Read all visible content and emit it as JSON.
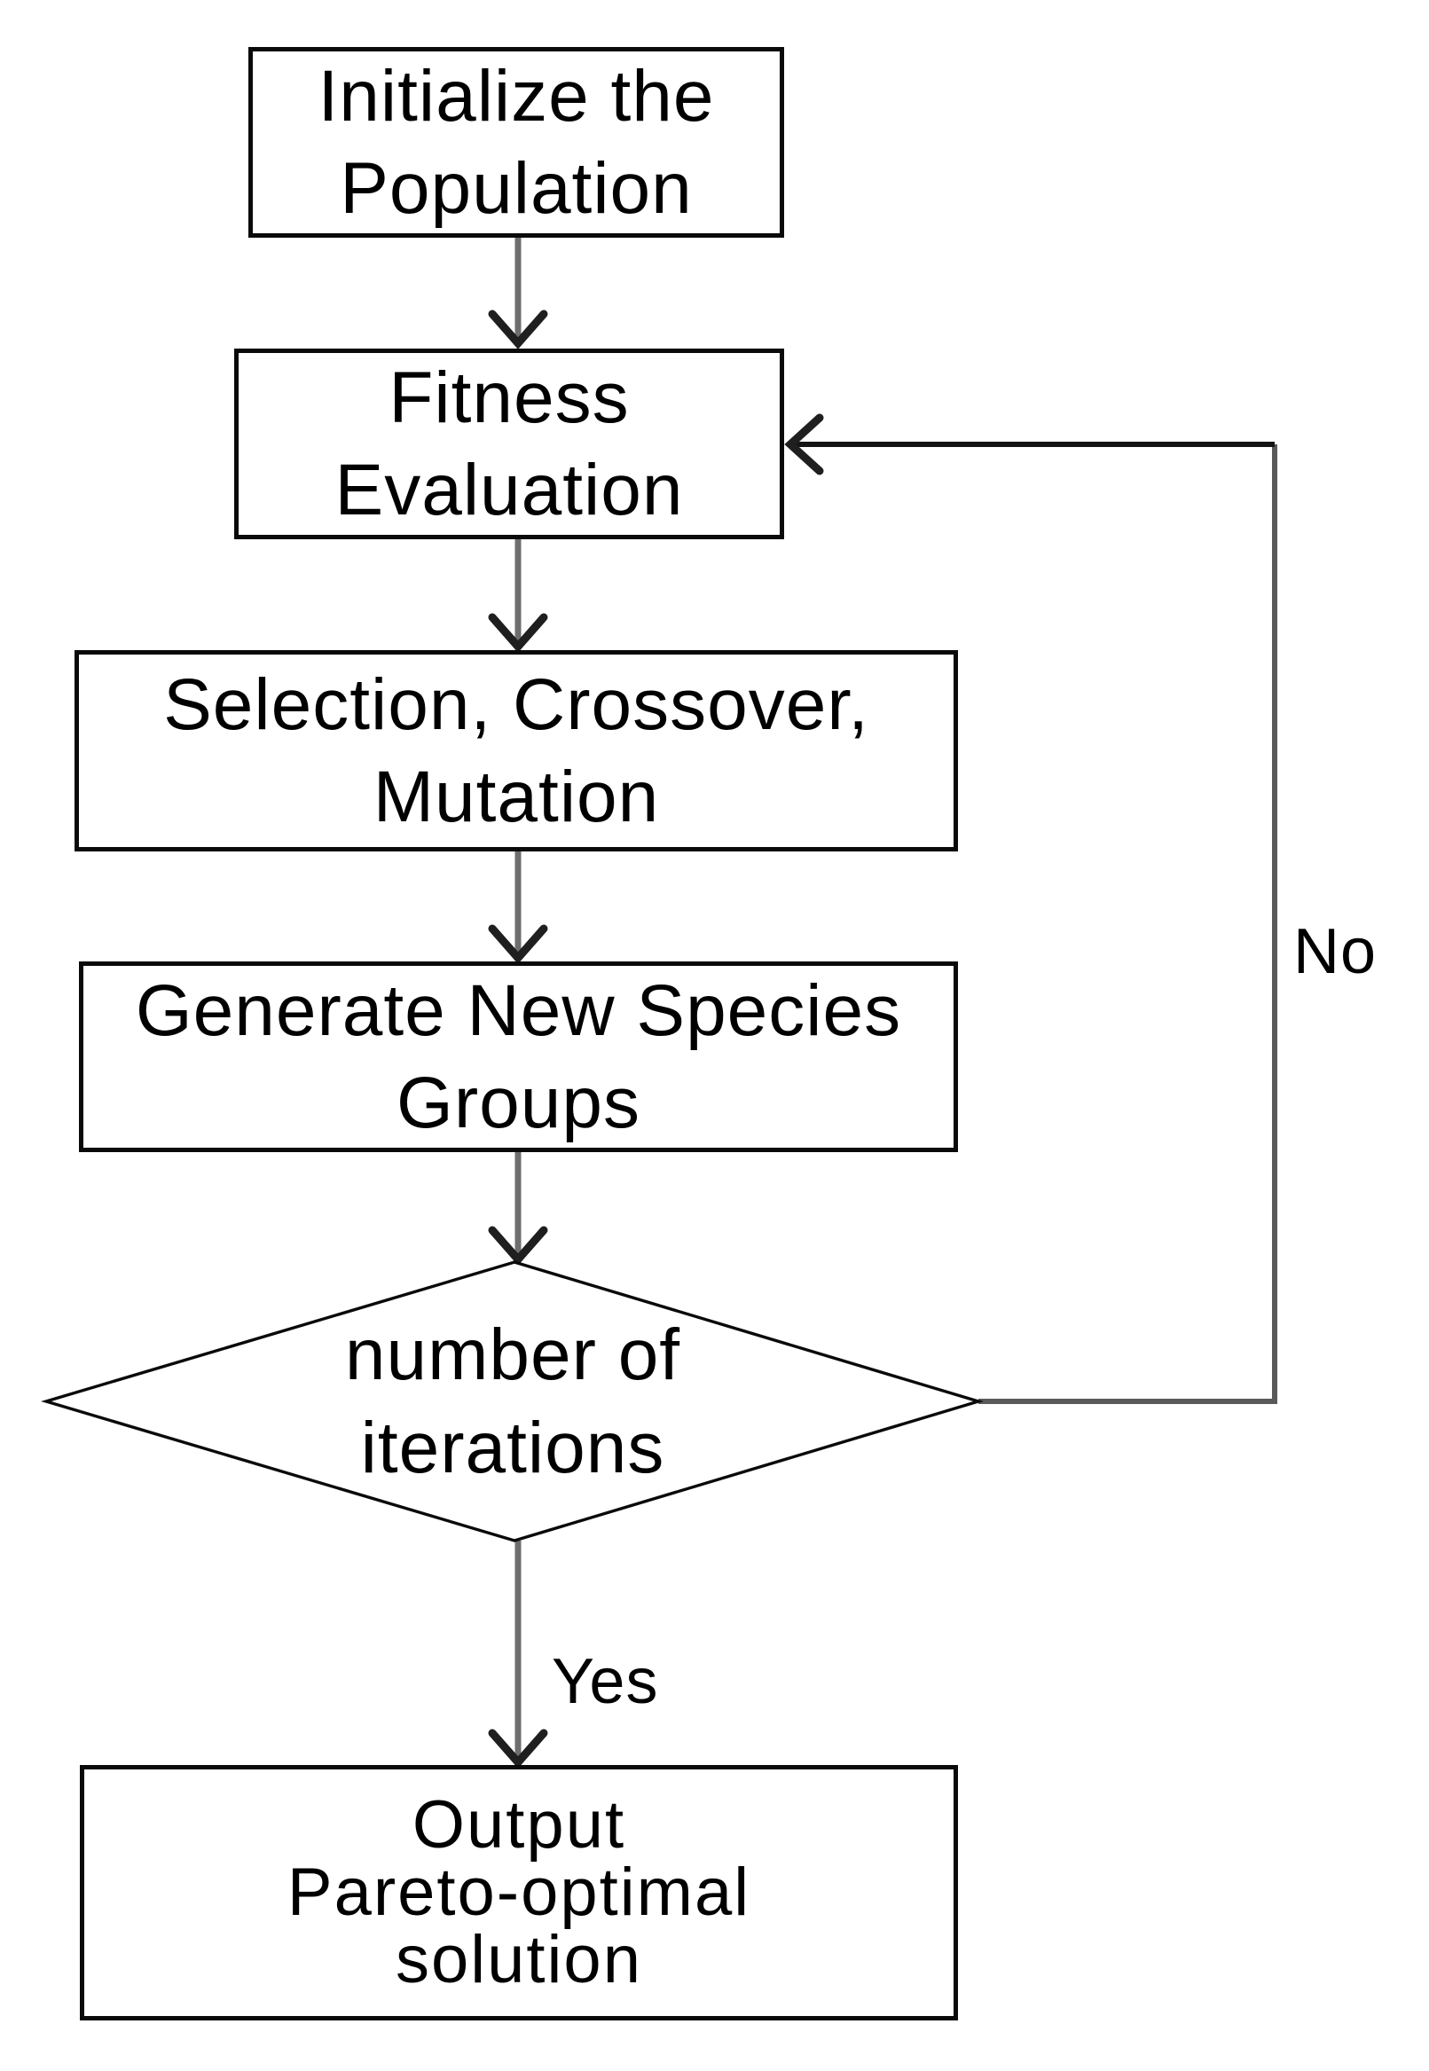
{
  "nodes": {
    "initialize": {
      "lines": [
        "Initialize the",
        "Population"
      ]
    },
    "fitness": {
      "lines": [
        "Fitness",
        "Evaluation"
      ]
    },
    "selection": {
      "lines": [
        "Selection, Crossover,",
        "Mutation"
      ]
    },
    "generate": {
      "lines": [
        "Generate New Species",
        "Groups"
      ]
    },
    "decision": {
      "lines": [
        "number of",
        "iterations"
      ]
    },
    "output": {
      "lines": [
        "Output",
        "Pareto-optimal",
        "solution"
      ]
    }
  },
  "labels": {
    "yes": "Yes",
    "no": "No"
  },
  "colors": {
    "bg": "#ffffff",
    "border": "#0a0a0a",
    "connector": "#6e6e6e",
    "arrowhead": "#1f1f1f",
    "loop": "#5a5a5a",
    "loop-top": "#141414",
    "text": "#000000"
  }
}
